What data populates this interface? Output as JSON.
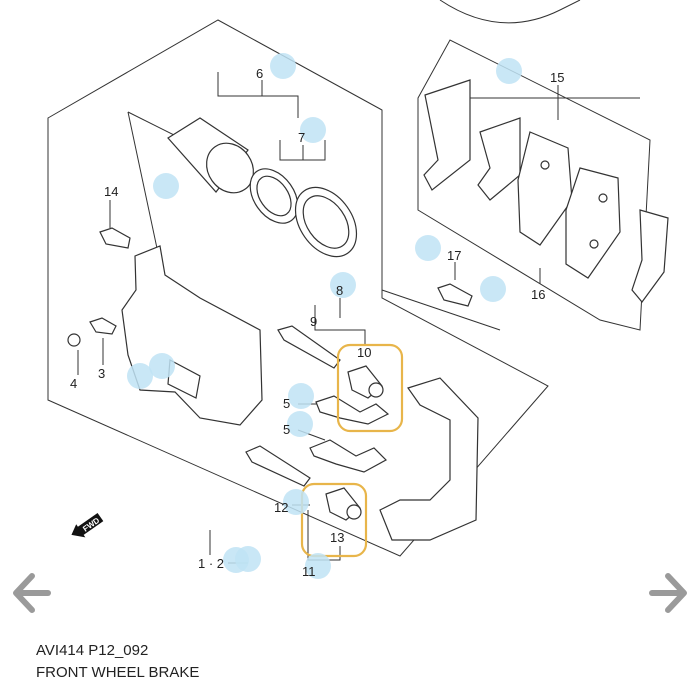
{
  "callouts": [
    "6",
    "7",
    "15",
    "14",
    "17",
    "16",
    "8",
    "9",
    "10",
    "4",
    "3",
    "5",
    "5",
    "12",
    "13",
    "11",
    "1 · 2"
  ],
  "fwd_label": "FWD",
  "caption": {
    "code": "AVI414 P12_092",
    "title": "FRONT WHEEL BRAKE"
  },
  "colors": {
    "hotspot": "#bfe3f5",
    "highlight": "#e8b54a",
    "arrow": "#9a9a9a"
  },
  "icons": {
    "prev": "arrow-left-icon",
    "next": "arrow-right-icon"
  }
}
